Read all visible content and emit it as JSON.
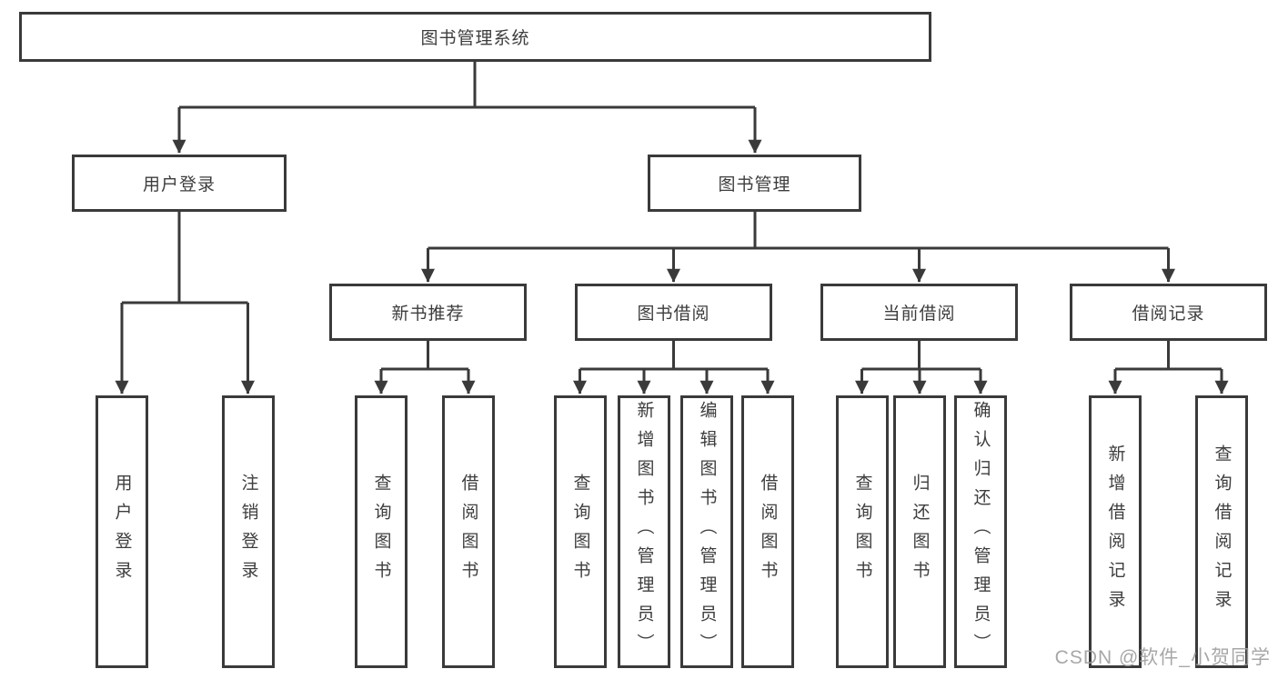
{
  "colors": {
    "ink": "#3a3a3a",
    "watermark": "#9e9e9e",
    "background": "#ffffff"
  },
  "watermark": "CSDN @软件_小贺同学",
  "tree": {
    "root": "图书管理系统",
    "user_login": {
      "label": "用户登录",
      "children": [
        "用户登录",
        "注销登录"
      ]
    },
    "book_mgmt": {
      "label": "图书管理",
      "sections": {
        "new_books": {
          "label": "新书推荐",
          "children": [
            "查询图书",
            "借阅图书"
          ]
        },
        "borrow": {
          "label": "图书借阅",
          "children": [
            "查询图书",
            "新增图书（管理员）",
            "编辑图书（管理员）",
            "借阅图书"
          ]
        },
        "current": {
          "label": "当前借阅",
          "children": [
            "查询图书",
            "归还图书",
            "确认归还（管理员）"
          ]
        },
        "records": {
          "label": "借阅记录",
          "children": [
            "新增借阅记录",
            "查询借阅记录"
          ]
        }
      }
    }
  }
}
